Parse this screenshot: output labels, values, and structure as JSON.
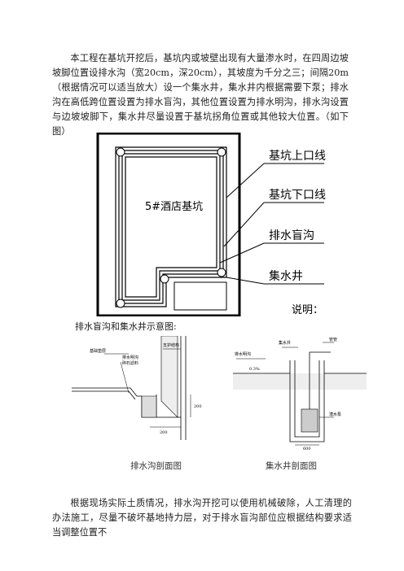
{
  "intro_paragraph": "本工程在基坑开挖后，基坑内或坡壁出现有大量渗水时，在四周边坡坡脚位置设排水沟（宽20cm，深20cm），其坡度为千分之三；间隔20m（根据情况可以适当放大）设一个集水井，集水井内根据需要下泵；排水沟在高低跨位置设置为排水盲沟，其他位置设置为排水明沟，排水沟设置与边坡坡脚下，集水井尽量设置于基坑拐角位置或其他较大位置。（如下图）",
  "plan": {
    "pit_name": "5#酒店基坑",
    "label_upper": "基坑上口线",
    "label_lower": "基坑下口线",
    "label_blind_ditch": "排水盲沟",
    "label_well": "集水井",
    "label_note": "说明："
  },
  "section_heading": "排水盲沟和集水井示意图:",
  "ditch_section": {
    "label_support": "支护结构",
    "label_base": "基础垫层",
    "label_ditch": "排水明沟",
    "label_fill": "碎石滤料",
    "dim_height": "200",
    "dim_width": "200",
    "caption": "排水沟剖面图"
  },
  "well_section": {
    "label_ditch": "排水明沟",
    "label_well": "集水井",
    "label_pipe": "管管",
    "label_pump": "潜水泵",
    "label_slope": "0.3%",
    "dim_width": "600",
    "caption": "集水井剖面图"
  },
  "closing_paragraph": "根据现场实际土质情况，排水沟开挖可以使用机械破除，人工清理的办法施工，尽量不破坏基地持力层，对于排水盲沟部位应根据结构要求适当调整位置不"
}
